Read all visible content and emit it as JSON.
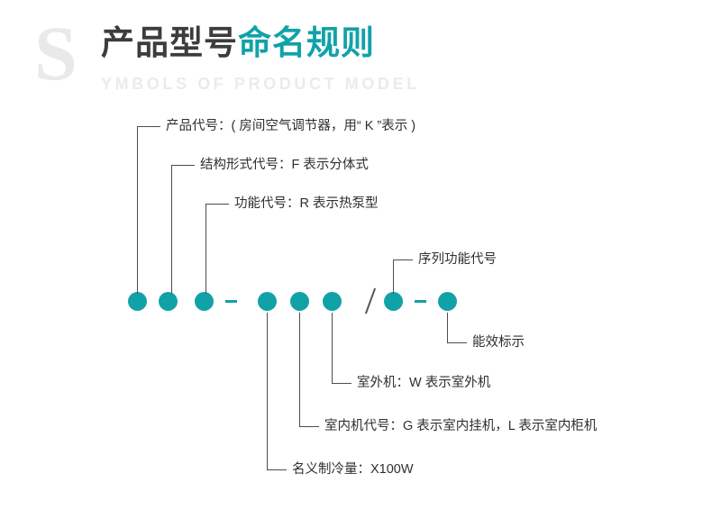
{
  "header": {
    "big_letter": "S",
    "title_dark": "产品型号",
    "title_teal": "命名规则",
    "subtitle": "YMBOLS OF PRODUCT MODEL"
  },
  "diagram": {
    "separator_dash": "—",
    "separator_slash": "/",
    "accent_color": "#11a2a8",
    "line_color": "#4d4d4d",
    "labels": [
      {
        "id": "product-code",
        "text": "产品代号：( 房间空气调节器，用“ K ”表示 )"
      },
      {
        "id": "structure-code",
        "text": "结构形式代号：F 表示分体式"
      },
      {
        "id": "function-code",
        "text": "功能代号：R 表示热泵型"
      },
      {
        "id": "serial-function",
        "text": "序列功能代号"
      },
      {
        "id": "energy-label",
        "text": "能效标示"
      },
      {
        "id": "outdoor-unit",
        "text": "室外机：W 表示室外机"
      },
      {
        "id": "indoor-unit",
        "text": "室内机代号：G 表示室内挂机，L 表示室内柜机"
      },
      {
        "id": "cooling-capacity",
        "text": "名义制冷量：X100W"
      }
    ]
  }
}
